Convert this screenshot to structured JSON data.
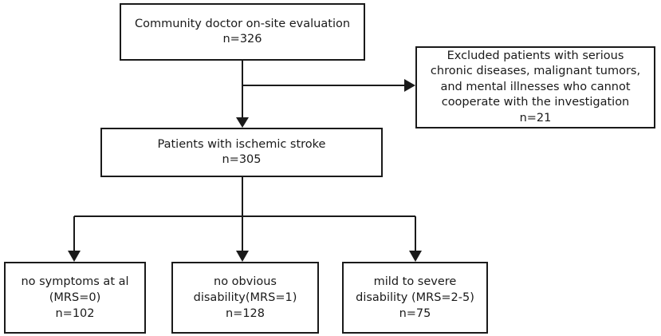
{
  "colors": {
    "line": "#1a1a1a",
    "background": "#ffffff"
  },
  "flowchart": {
    "evaluation": {
      "line1": "Community doctor on-site evaluation",
      "line2": "n=326"
    },
    "excluded": {
      "line1": "Excluded patients with serious",
      "line2": "chronic diseases, malignant tumors,",
      "line3": "and mental illnesses who cannot",
      "line4": "cooperate with the investigation",
      "line5": "n=21"
    },
    "ischemic_stroke": {
      "line1": "Patients with ischemic stroke",
      "line2": "n=305"
    },
    "groups": [
      {
        "line1": "no symptoms at al",
        "line2": "(MRS=0)",
        "line3": "n=102"
      },
      {
        "line1": "no obvious",
        "line2": "disability(MRS=1)",
        "line3": "n=128"
      },
      {
        "line1": "mild to severe",
        "line2": "disability (MRS=2-5)",
        "line3": "n=75"
      }
    ]
  }
}
